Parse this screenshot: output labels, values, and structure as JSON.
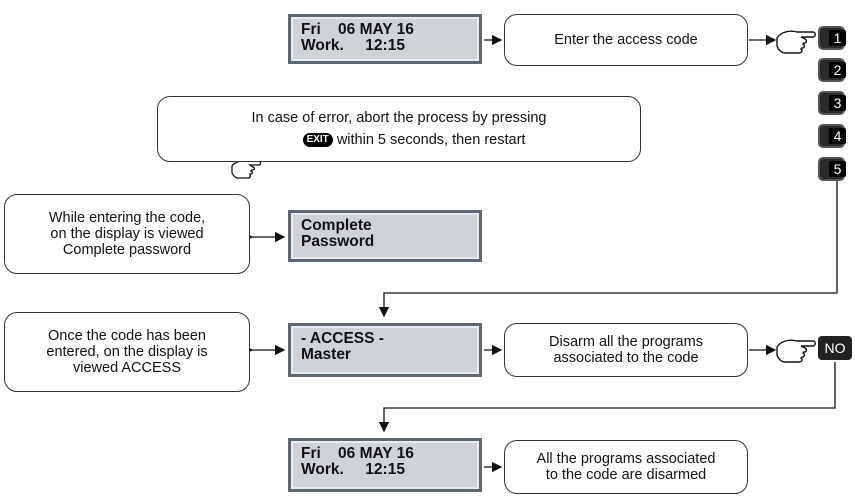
{
  "screen1": {
    "line1": "Fri    06 MAY 16",
    "line2": "Work.     12:15"
  },
  "enter_code": "Enter the access code",
  "keys": [
    "1",
    "2",
    "3",
    "4",
    "5"
  ],
  "error_note": {
    "line1": "In case of error, abort the process by pressing",
    "exit_key": "EXIT",
    "line2": " within 5 seconds, then restart"
  },
  "entering_note": {
    "line1": "While entering the code,",
    "line2": "on the display is viewed",
    "line3": "Complete password"
  },
  "screen2": {
    "line1": "Complete",
    "line2": "Password"
  },
  "entered_note": {
    "line1": "Once the code has been",
    "line2": "entered, on the display is",
    "line3": "viewed ACCESS"
  },
  "screen3": {
    "line1": "- ACCESS -",
    "line2": "Master"
  },
  "disarm_note": {
    "line1": "Disarm all the programs",
    "line2": "associated to the code"
  },
  "no_key": "NO",
  "screen4": {
    "line1": "Fri    06 MAY 16",
    "line2": "Work.     12:15"
  },
  "final_note": {
    "line1": "All the programs associated",
    "line2": "to the code are disarmed"
  }
}
